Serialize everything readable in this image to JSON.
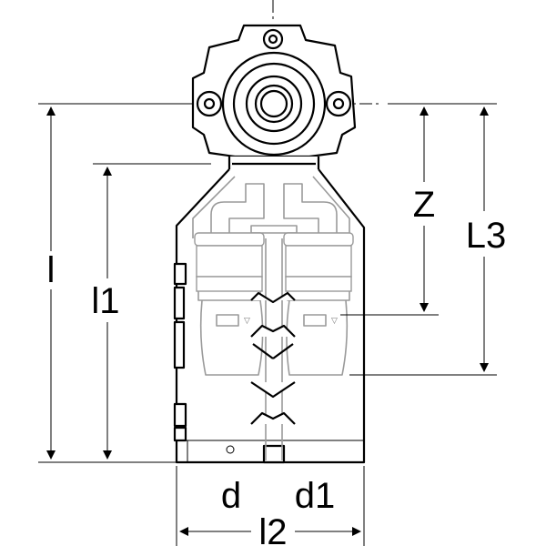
{
  "dimensions": {
    "l": "l",
    "l1": "l1",
    "l2": "l2",
    "l3": "L3",
    "z": "Z",
    "d": "d",
    "d1": "d1"
  }
}
